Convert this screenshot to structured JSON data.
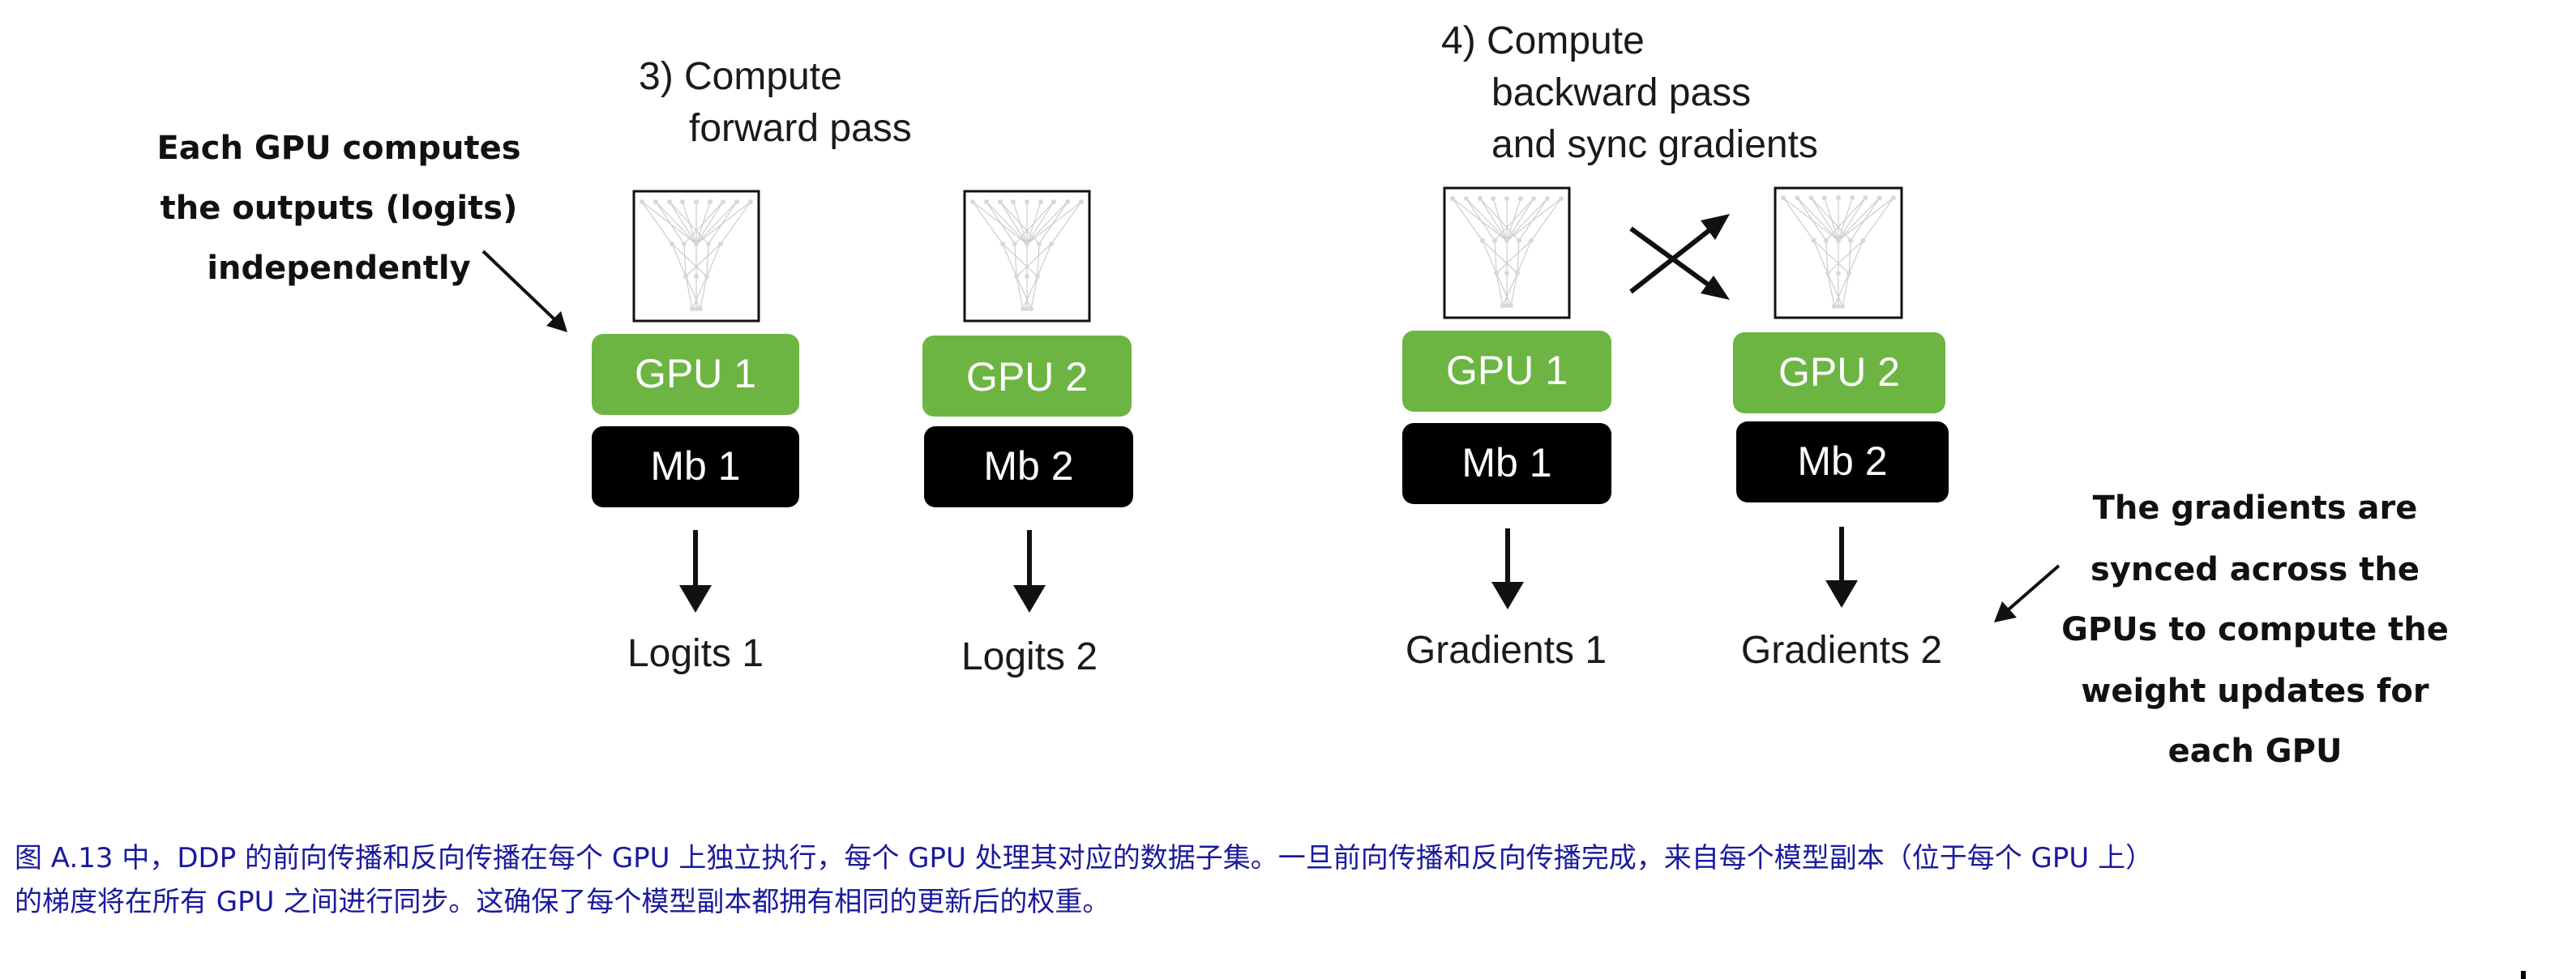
{
  "colors": {
    "gpu": "#6db543",
    "minibatch": "#000000",
    "caption": "#1a1a9c"
  },
  "forward": {
    "step_line1": "3) Compute",
    "step_line2": "forward pass",
    "gpu1": "GPU 1",
    "gpu2": "GPU 2",
    "mb1": "Mb 1",
    "mb2": "Mb 2",
    "out1": "Logits 1",
    "out2": "Logits 2"
  },
  "backward": {
    "step_line1": "4) Compute",
    "step_line2": "backward pass",
    "step_line3": "and sync gradients",
    "gpu1": "GPU 1",
    "gpu2": "GPU 2",
    "mb1": "Mb 1",
    "mb2": "Mb 2",
    "out1": "Gradients 1",
    "out2": "Gradients 2"
  },
  "annotations": {
    "left": [
      "Each GPU computes",
      "the outputs (logits)",
      "independently"
    ],
    "right": [
      "The gradients are",
      "synced across the",
      "GPUs to compute the",
      "weight updates for",
      "each GPU"
    ]
  },
  "icons": {
    "model": "neural-network-icon",
    "arrow": "down-arrow-icon",
    "sync": "cross-arrows-icon"
  },
  "caption": {
    "line1": "图 A.13 中，DDP 的前向传播和反向传播在每个 GPU 上独立执行，每个 GPU 处理其对应的数据子集。一旦前向传播和反向传播完成，来自每个模型副本（位于每个 GPU 上）",
    "line2": "的梯度将在所有 GPU 之间进行同步。这确保了每个模型副本都拥有相同的更新后的权重。"
  }
}
